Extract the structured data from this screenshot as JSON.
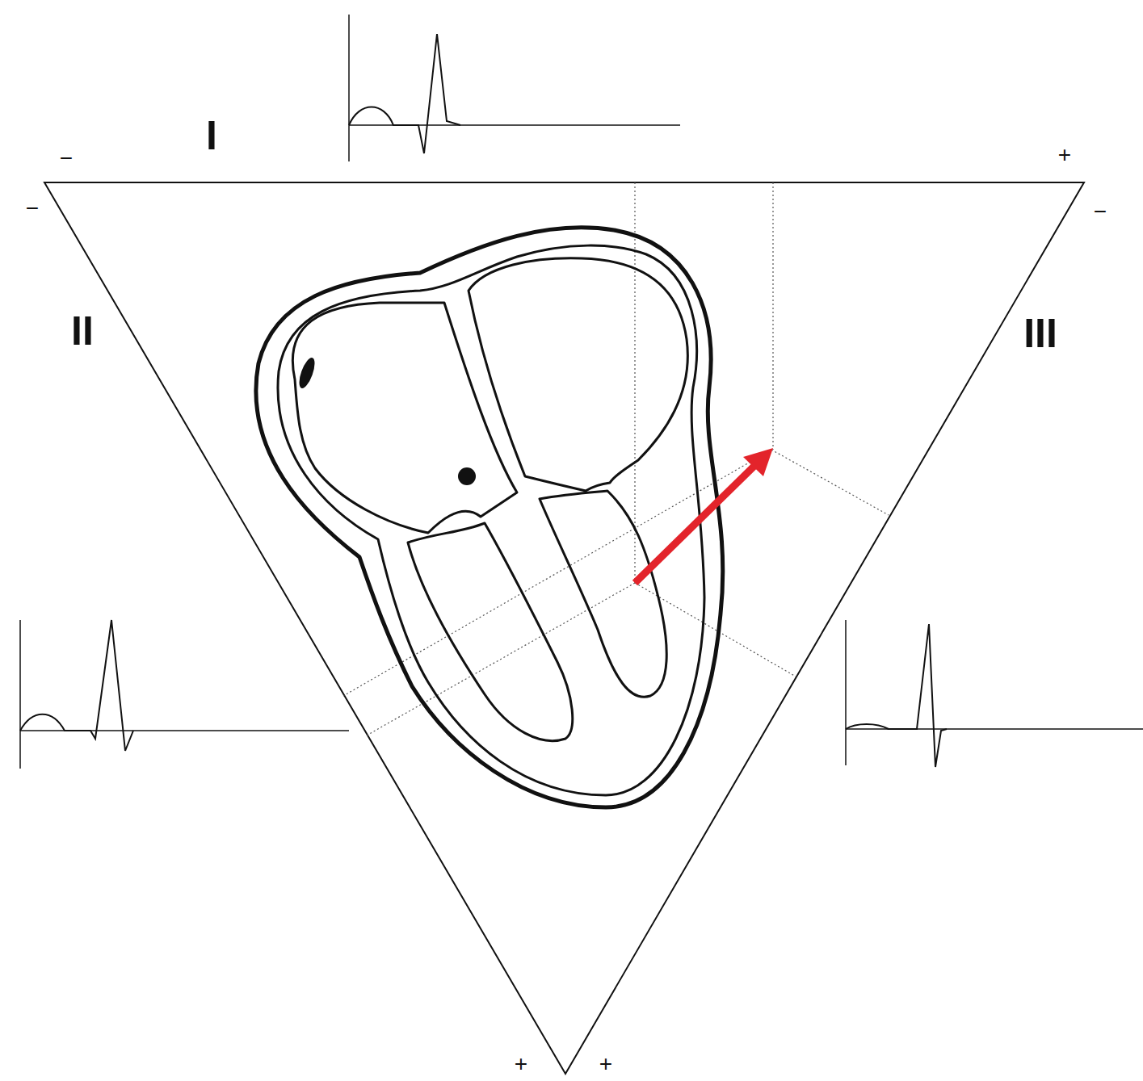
{
  "diagram": {
    "labels": [
      "−",
      "I",
      "+",
      "−",
      "−",
      "II",
      "III",
      "+",
      "+"
    ]
  }
}
